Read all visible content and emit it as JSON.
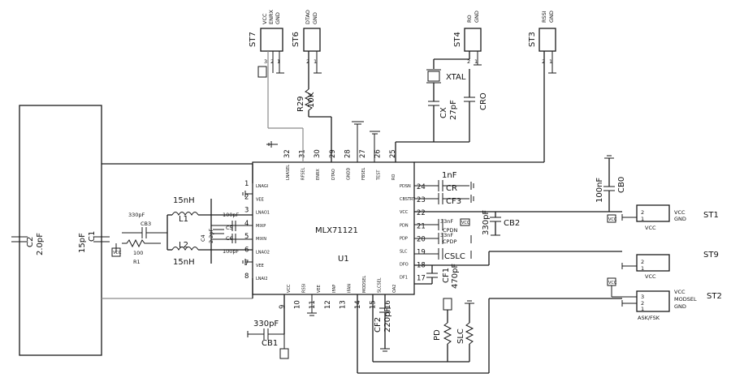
{
  "ic": {
    "name": "MLX71121",
    "ref": "U1"
  },
  "ic_pins_left": [
    {
      "num": "1",
      "name": "LNAGI"
    },
    {
      "num": "2",
      "name": "VEE"
    },
    {
      "num": "3",
      "name": "LNAO1"
    },
    {
      "num": "4",
      "name": "MIXP"
    },
    {
      "num": "5",
      "name": "MIXN"
    },
    {
      "num": "6",
      "name": "LNAO2"
    },
    {
      "num": "7",
      "name": "VEE"
    },
    {
      "num": "8",
      "name": "LNAI2"
    }
  ],
  "ic_pins_top": [
    {
      "num": "32",
      "name": "LNASEL"
    },
    {
      "num": "31",
      "name": "RFSEL"
    },
    {
      "num": "30",
      "name": "ENRX"
    },
    {
      "num": "29",
      "name": "DTAO"
    },
    {
      "num": "28",
      "name": "GNDD"
    },
    {
      "num": "27",
      "name": "FBSEL"
    },
    {
      "num": "26",
      "name": "TEST"
    },
    {
      "num": "25",
      "name": "RO"
    }
  ],
  "ic_pins_right": [
    {
      "num": "24",
      "name": "PDSN"
    },
    {
      "num": "23",
      "name": "CBSTRT"
    },
    {
      "num": "22",
      "name": "VCC"
    },
    {
      "num": "21",
      "name": "PDN"
    },
    {
      "num": "20",
      "name": "PDP"
    },
    {
      "num": "19",
      "name": "SLC"
    },
    {
      "num": "18",
      "name": "DFO"
    },
    {
      "num": "17",
      "name": "DF1"
    }
  ],
  "ic_pins_bottom": [
    {
      "num": "9",
      "name": "VCC"
    },
    {
      "num": "10",
      "name": "RSSI"
    },
    {
      "num": "11",
      "name": "VEE"
    },
    {
      "num": "12",
      "name": "IFAP"
    },
    {
      "num": "13",
      "name": "IFAN"
    },
    {
      "num": "14",
      "name": "MODSEL"
    },
    {
      "num": "15",
      "name": "SLCSEL"
    },
    {
      "num": "16",
      "name": "OA2"
    }
  ],
  "connectors": {
    "st7": {
      "ref": "ST7",
      "sig": [
        "VCC",
        "ENRX",
        "GND"
      ],
      "pins": [
        "3",
        "2",
        "1"
      ]
    },
    "st6": {
      "ref": "ST6",
      "sig": [
        "DTAO",
        "GND"
      ],
      "pins": [
        "2",
        "1"
      ]
    },
    "st4": {
      "ref": "ST4",
      "sig": [
        "RO",
        "GND"
      ],
      "pins": [
        "2",
        "1"
      ]
    },
    "st3": {
      "ref": "ST3",
      "sig": [
        "RSSI",
        "GND"
      ],
      "pins": [
        "2",
        "1"
      ]
    },
    "st1": {
      "ref": "ST1",
      "sig": [
        "VCC",
        "GND"
      ],
      "pins": [
        "2",
        "1"
      ],
      "tag": "VCC"
    },
    "st9": {
      "ref": "ST9",
      "pins": [
        "2",
        "1"
      ],
      "tag": "VCC"
    },
    "st2": {
      "ref": "ST2",
      "sig": [
        "VCC",
        "MODSEL",
        "GND"
      ],
      "pins": [
        "3",
        "2",
        "1"
      ],
      "tag": "ASK/FSK"
    }
  },
  "components": {
    "r29": {
      "ref": "R29",
      "val": "10K"
    },
    "xtal": {
      "ref": "XTAL"
    },
    "cx": {
      "ref": "CX",
      "val": "27pF"
    },
    "cro": {
      "ref": "CRO"
    },
    "c2": {
      "ref": "C2",
      "val": "2.0pF"
    },
    "c1": {
      "ref": "C1",
      "val": "15pF"
    },
    "cb3": {
      "ref": "CB3",
      "val": "330pF"
    },
    "r1": {
      "ref": "R1",
      "val": "100"
    },
    "l1": {
      "ref": "L1",
      "val": "15nH"
    },
    "l2": {
      "ref": "L2",
      "val": "15nH"
    },
    "c4": {
      "ref": "C4",
      "val": "2.2pF"
    },
    "c5": {
      "ref": "C5",
      "val": "100pF"
    },
    "c6": {
      "ref": "C6",
      "val": "100pF"
    },
    "cr": {
      "ref": "CR",
      "val": "1nF"
    },
    "cf3": {
      "ref": "CF3"
    },
    "cpdn": {
      "ref": "CPDN",
      "val": "33nF"
    },
    "cpdp": {
      "ref": "CPDP",
      "val": "33nF"
    },
    "cslc": {
      "ref": "CSLC"
    },
    "cf1": {
      "ref": "CF1",
      "val": "470pF"
    },
    "cb2": {
      "ref": "CB2",
      "val": "330pF"
    },
    "cb0": {
      "ref": "CB0",
      "val": "100nF"
    },
    "cb1": {
      "ref": "CB1",
      "val": "330pF"
    },
    "cf2": {
      "ref": "CF2",
      "val": "220pF"
    },
    "pd": {
      "ref": "PD"
    },
    "slc": {
      "ref": "SLC"
    }
  },
  "power_tag": "VCC"
}
